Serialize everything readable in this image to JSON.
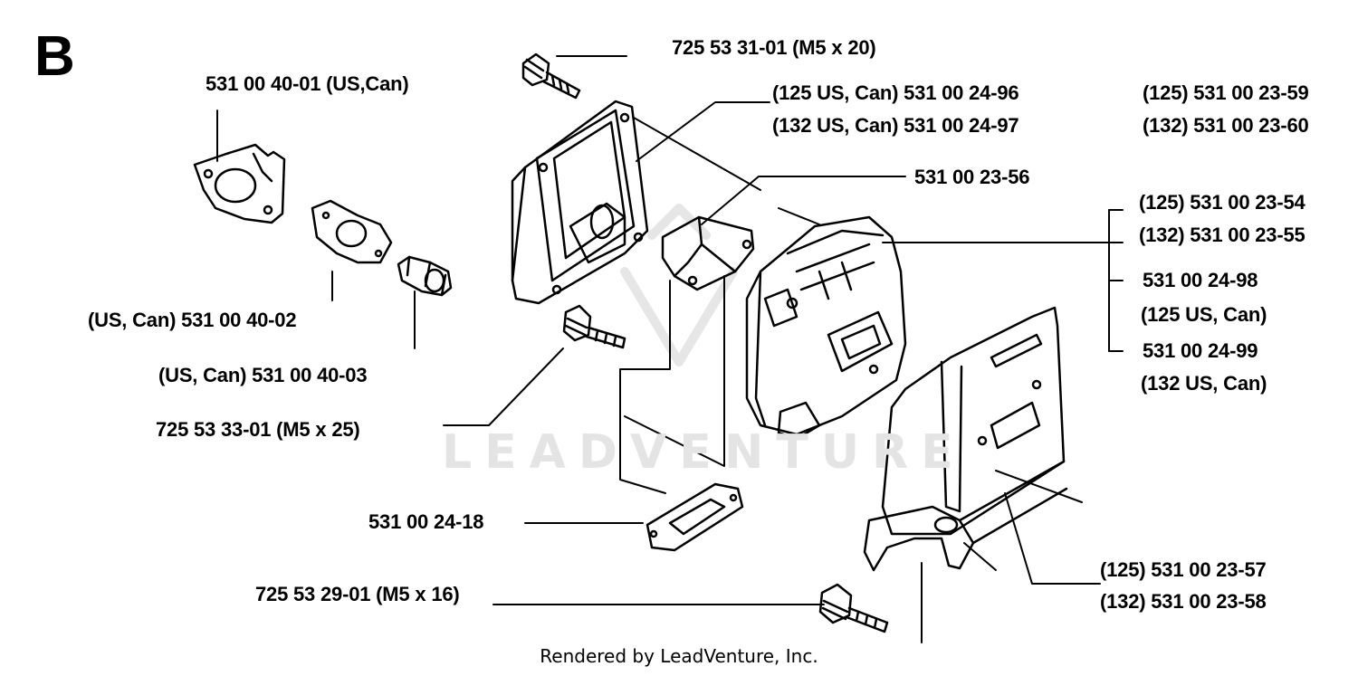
{
  "section_letter": "B",
  "watermark": "LEADVENTURE",
  "footer": "Rendered by LeadVenture, Inc.",
  "labels": {
    "screw_m5x20": "725 53 31-01 (M5 x 20)",
    "flange_us_can": "531 00 40-01 (US,Can)",
    "cover_125": "(125 US, Can) 531 00 24-96",
    "cover_132": "(132 US, Can) 531 00 24-97",
    "muffler_125_a": "(125) 531 00 23-59",
    "muffler_132_a": "(132) 531 00 23-60",
    "bracket": "531 00 23-56",
    "body_125": "(125) 531 00 23-54",
    "body_132": "(132) 531 00 23-55",
    "body_us_125_part": "531 00 24-98",
    "body_us_125_note": "(125 US, Can)",
    "body_us_132_part": "531 00 24-99",
    "body_us_132_note": "(132 US, Can)",
    "gasket_us_can": "(US, Can) 531 00 40-02",
    "nut_us_can": "(US, Can) 531 00 40-03",
    "screw_m5x25": "725 53 33-01 (M5 x 25)",
    "gasket": "531 00 24-18",
    "screw_m5x16": "725 53 29-01 (M5 x 16)",
    "plate_125": "(125) 531 00 23-57",
    "plate_132": "(132) 531 00 23-58"
  }
}
